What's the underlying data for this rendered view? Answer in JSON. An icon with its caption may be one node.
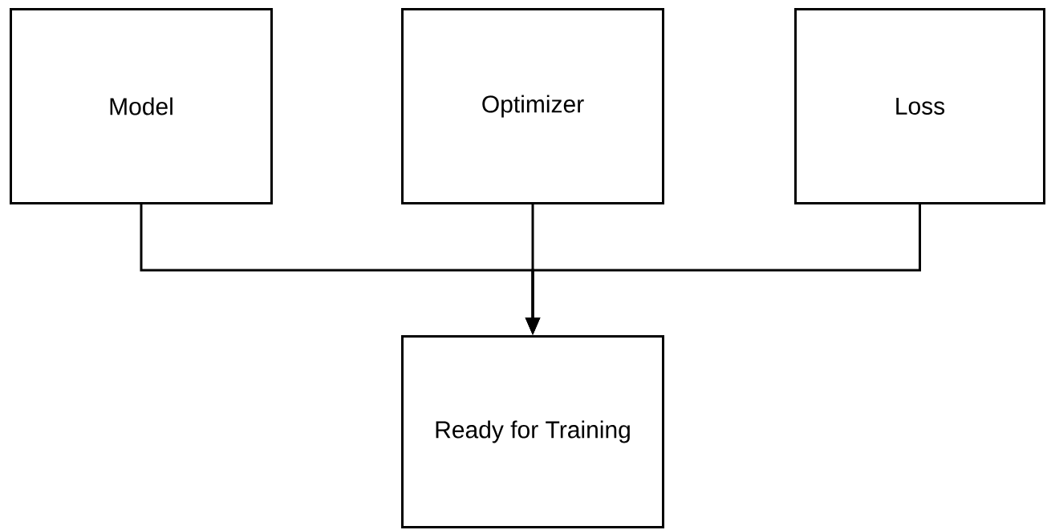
{
  "diagram": {
    "nodes": [
      {
        "text": [
          "Model"
        ]
      },
      {
        "text": [
          "Optimizer"
        ]
      },
      {
        "text": [
          "Loss"
        ]
      },
      {
        "text": [
          "Ready for Training"
        ]
      }
    ],
    "edges": [
      {
        "from": 0,
        "to": 3,
        "arrow": "to"
      },
      {
        "from": 1,
        "to": 3,
        "arrow": "to"
      },
      {
        "from": 2,
        "to": 3,
        "arrow": "to"
      }
    ]
  }
}
